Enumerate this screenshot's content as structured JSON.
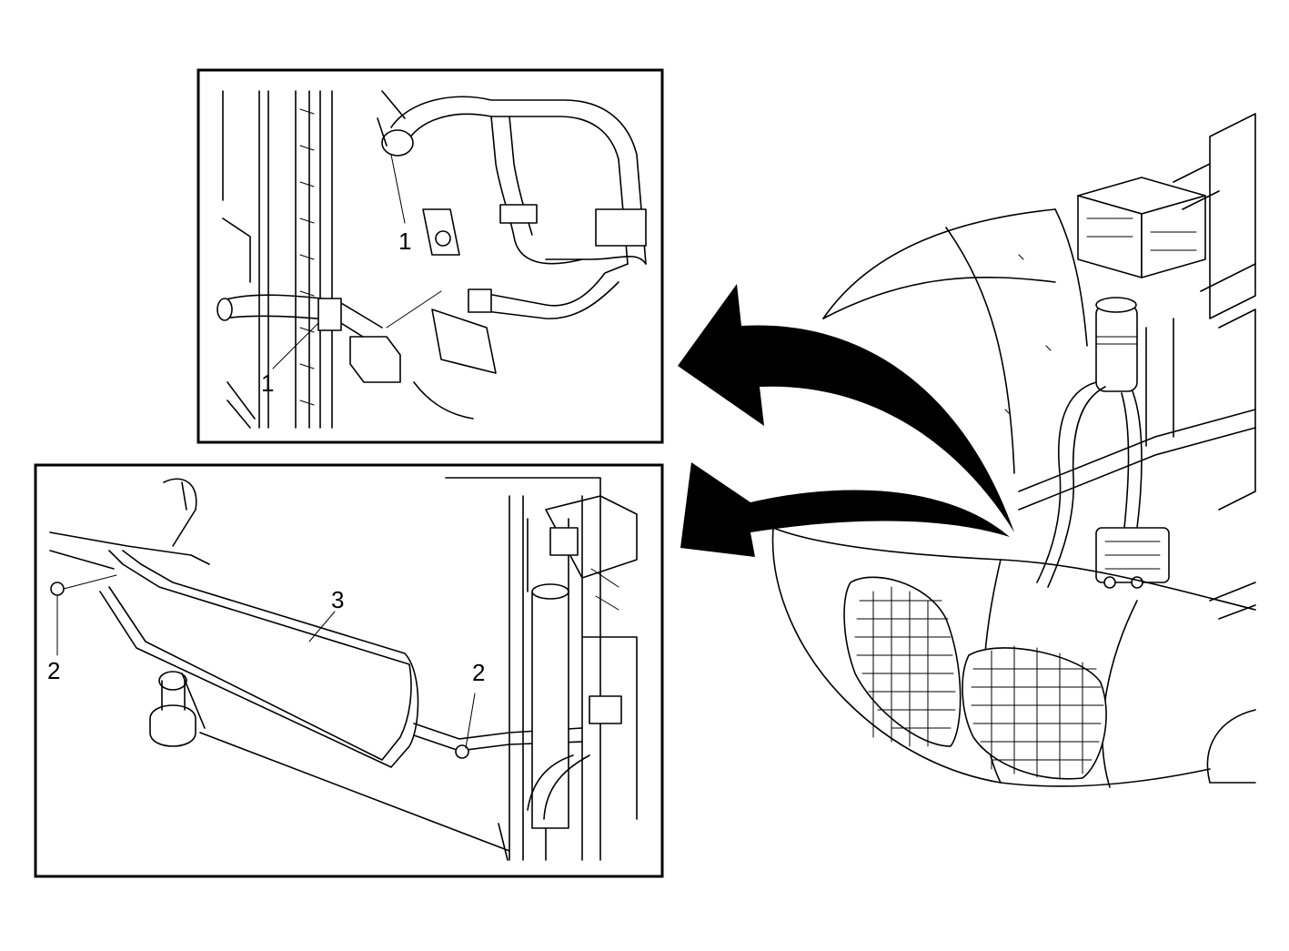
{
  "callouts": {
    "top_upper": "1",
    "top_lower": "1",
    "bottom_left": "2",
    "bottom_right": "2",
    "bottom_line": "3"
  },
  "colors": {
    "line": "#000000",
    "background": "#ffffff"
  }
}
